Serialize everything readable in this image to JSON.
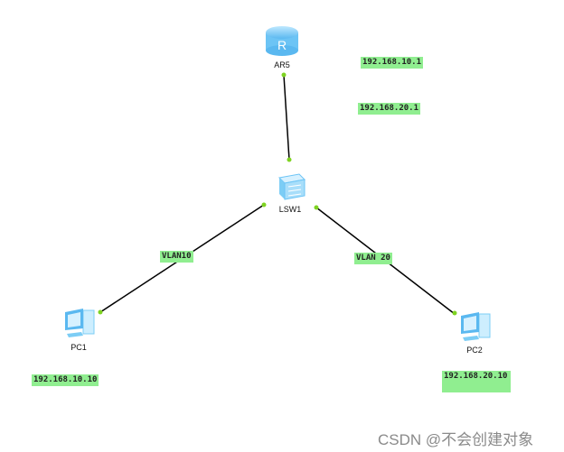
{
  "devices": {
    "router": {
      "name": "AR5"
    },
    "switch": {
      "name": "LSW1"
    },
    "pc1": {
      "name": "PC1"
    },
    "pc2": {
      "name": "PC2"
    }
  },
  "labels": {
    "gw10": "192.168.10.1",
    "gw20": "192.168.20.1",
    "vlan10": "VLAN10",
    "vlan20": "VLAN 20",
    "pc1_ip": "192.168.10.10",
    "pc2_ip": "192.168.20.10"
  },
  "watermark": "CSDN @不会创建对象",
  "colors": {
    "label_bg": "#90ee90",
    "port_dot": "#7ed321",
    "link": "#000000"
  }
}
